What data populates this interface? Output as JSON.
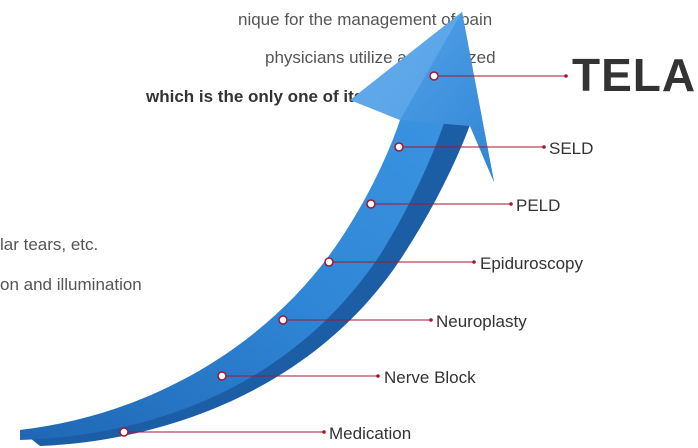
{
  "text_fragments": {
    "line1": "nique for the management of pain",
    "line2": "physicians utilize a specialized",
    "line3": "which is the only one of its",
    "line4": "lar tears, etc.",
    "line5": "on and illumination"
  },
  "steps": [
    {
      "label": "TELA"
    },
    {
      "label": "SELD"
    },
    {
      "label": "PELD"
    },
    {
      "label": "Epiduroscopy"
    },
    {
      "label": "Neuroplasty"
    },
    {
      "label": "Nerve Block"
    },
    {
      "label": "Medication"
    }
  ],
  "colors": {
    "arrow_main": "#2f86d6",
    "arrow_dark": "#1f67b4",
    "arrow_light": "#5aa6ea",
    "leader_line": "#a0182d",
    "dot_fill": "#ffffff"
  },
  "icons": {
    "arrow": "rising-curved-arrow"
  }
}
